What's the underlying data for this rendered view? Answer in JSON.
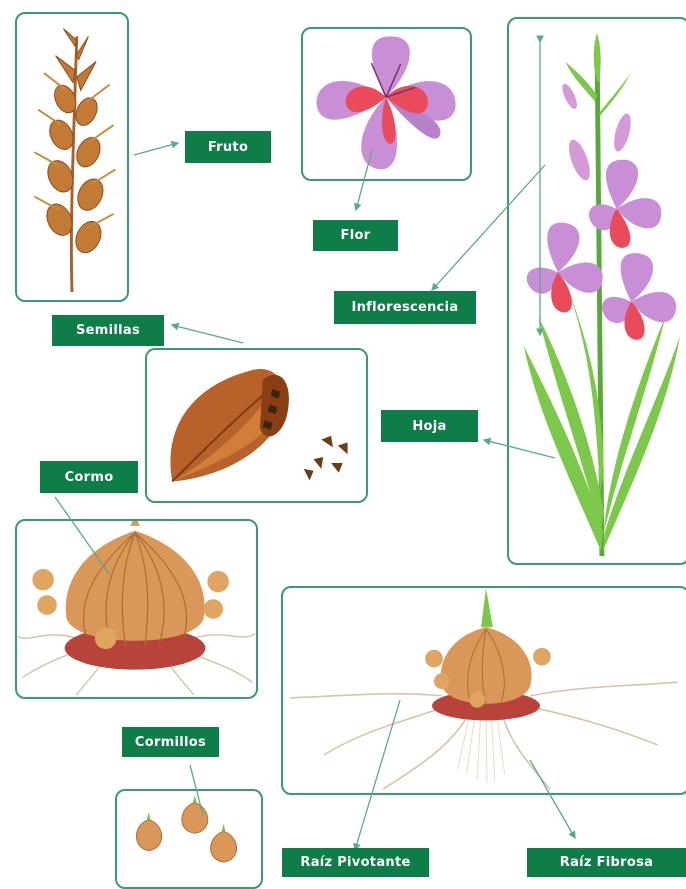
{
  "labels": {
    "fruto": "Fruto",
    "flor": "Flor",
    "inflorescencia": "Inflorescencia",
    "semillas": "Semillas",
    "hoja": "Hoja",
    "cormo": "Cormo",
    "cormillos": "Cormillos",
    "raiz_pivotante": "Raíz Pivotante",
    "raiz_fibrosa": "Raíz Fibrosa"
  },
  "colors": {
    "label_bg": "#0e7d47",
    "panel_border": "#3a9a72",
    "arrow": "#5aa98a",
    "petal": "#c98fd6",
    "petal_accent": "#e94b5a",
    "leaf": "#7cc84a",
    "corm": "#d9985a",
    "seed_pod": "#b8622b"
  },
  "icons": [
    "fruit-spike-illustration",
    "flower-illustration",
    "gladiolus-plant-illustration",
    "seed-pod-illustration",
    "corm-illustration",
    "roots-illustration",
    "cormels-illustration"
  ]
}
